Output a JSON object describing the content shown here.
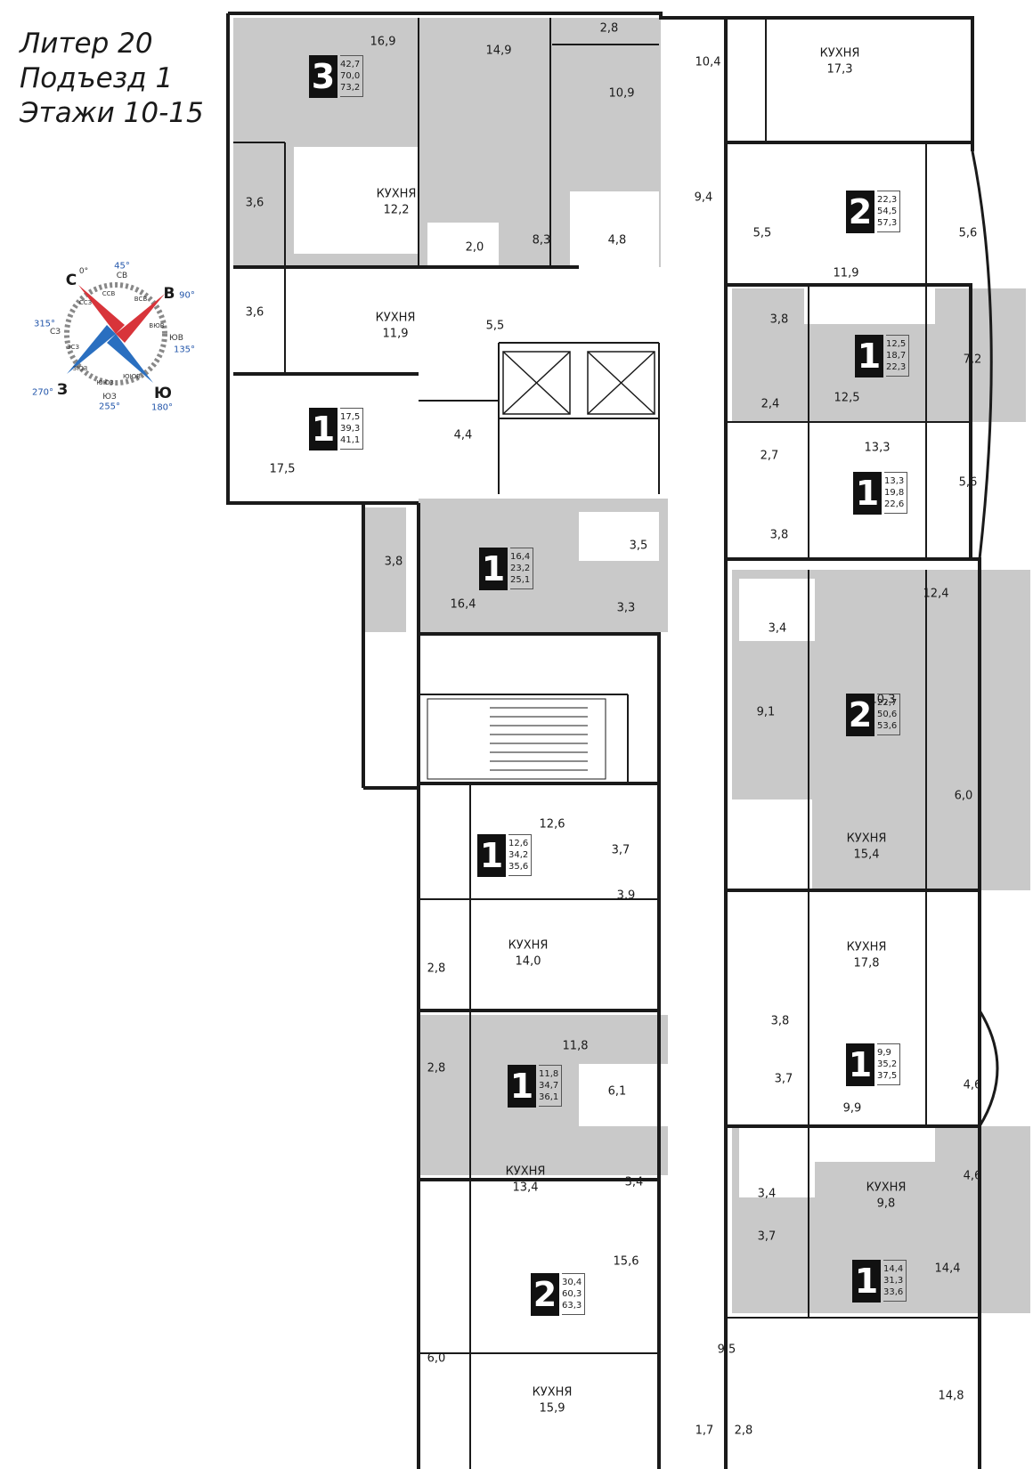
{
  "header": {
    "line1": "Литер 20",
    "line2": "Подъезд 1",
    "line3": "Этажи 10-15"
  },
  "compass": {
    "n": "С",
    "e": "В",
    "s": "Ю",
    "w": "З",
    "deg0": "0°",
    "deg90": "90°",
    "deg180": "180°",
    "deg270": "270°",
    "ne": "СВ",
    "ne_deg": "45°",
    "nw": "СЗ",
    "nw_deg": "315°",
    "se": "ЮВ",
    "se_deg": "135°",
    "sw": "ЮЗ",
    "sw_deg": "255°",
    "ssv": "ССВ",
    "vsv": "ВСВ",
    "vyuv": "ВЮВ",
    "yuyuv": "ЮЮВ",
    "yuyuz": "ЮЮЗ",
    "zyuz": "ЗЮЗ",
    "zsz": "ЗСЗ",
    "ssz": "ССЗ",
    "colors": {
      "red": "#d8343a",
      "blue": "#2a6fc0"
    }
  },
  "colors": {
    "shade": "#c9c9c9",
    "wall": "#1a1a1a",
    "badge": "#111111"
  },
  "rooms": {
    "r01": "16,9",
    "r02": "14,9",
    "r03": "2,8",
    "r04": "10,9",
    "r05": "10,4",
    "r06": "КУХНЯ",
    "r06b": "17,3",
    "r07": "3,6",
    "r08": "КУХНЯ",
    "r08b": "12,2",
    "r09": "2,0",
    "r10": "8,3",
    "r11": "4,8",
    "r12": "9,4",
    "r13": "5,5",
    "r14": "11,9",
    "r15": "5,6",
    "r16": "3,6",
    "r17": "КУХНЯ",
    "r17b": "11,9",
    "r18": "5,5",
    "r19": "3,8",
    "r20": "7,2",
    "r21": "2,4",
    "r22": "12,5",
    "r23": "4,4",
    "r24": "17,5",
    "r25": "2,7",
    "r26": "13,3",
    "r27": "5,6",
    "r28": "3,8",
    "r29": "3,8",
    "r30": "3,5",
    "r31": "16,4",
    "r32": "3,3",
    "r33": "12,4",
    "r34": "3,4",
    "r35": "9,1",
    "r36": "10,3",
    "r37": "6,0",
    "r38": "КУХНЯ",
    "r38b": "15,4",
    "r39": "12,6",
    "r40": "3,7",
    "r41": "3,9",
    "r42": "КУХНЯ",
    "r42b": "14,0",
    "r43": "2,8",
    "r44": "КУХНЯ",
    "r44b": "17,8",
    "r45": "3,8",
    "r46": "3,7",
    "r47": "4,6",
    "r48": "9,9",
    "r49": "11,8",
    "r50": "2,8",
    "r51": "6,1",
    "r52": "КУХНЯ",
    "r52b": "13,4",
    "r53": "3,4",
    "r54": "3,4",
    "r55": "КУХНЯ",
    "r55b": "9,8",
    "r56": "4,6",
    "r57": "3,7",
    "r58": "14,4",
    "r59": "15,6",
    "r60": "9,5",
    "r61": "6,0",
    "r62": "КУХНЯ",
    "r62b": "15,9",
    "r63": "1,7",
    "r64": "2,8",
    "r65": "14,8"
  },
  "apartments": [
    {
      "rooms": "3",
      "a1": "42,7",
      "a2": "70,0",
      "a3": "73,2"
    },
    {
      "rooms": "2",
      "a1": "22,3",
      "a2": "54,5",
      "a3": "57,3"
    },
    {
      "rooms": "1",
      "a1": "12,5",
      "a2": "18,7",
      "a3": "22,3"
    },
    {
      "rooms": "1",
      "a1": "17,5",
      "a2": "39,3",
      "a3": "41,1"
    },
    {
      "rooms": "1",
      "a1": "13,3",
      "a2": "19,8",
      "a3": "22,6"
    },
    {
      "rooms": "1",
      "a1": "16,4",
      "a2": "23,2",
      "a3": "25,1"
    },
    {
      "rooms": "2",
      "a1": "22,7",
      "a2": "50,6",
      "a3": "53,6"
    },
    {
      "rooms": "1",
      "a1": "12,6",
      "a2": "34,2",
      "a3": "35,6"
    },
    {
      "rooms": "1",
      "a1": "9,9",
      "a2": "35,2",
      "a3": "37,5"
    },
    {
      "rooms": "1",
      "a1": "11,8",
      "a2": "34,7",
      "a3": "36,1"
    },
    {
      "rooms": "1",
      "a1": "14,4",
      "a2": "31,3",
      "a3": "33,6"
    },
    {
      "rooms": "2",
      "a1": "30,4",
      "a2": "60,3",
      "a3": "63,3"
    }
  ]
}
